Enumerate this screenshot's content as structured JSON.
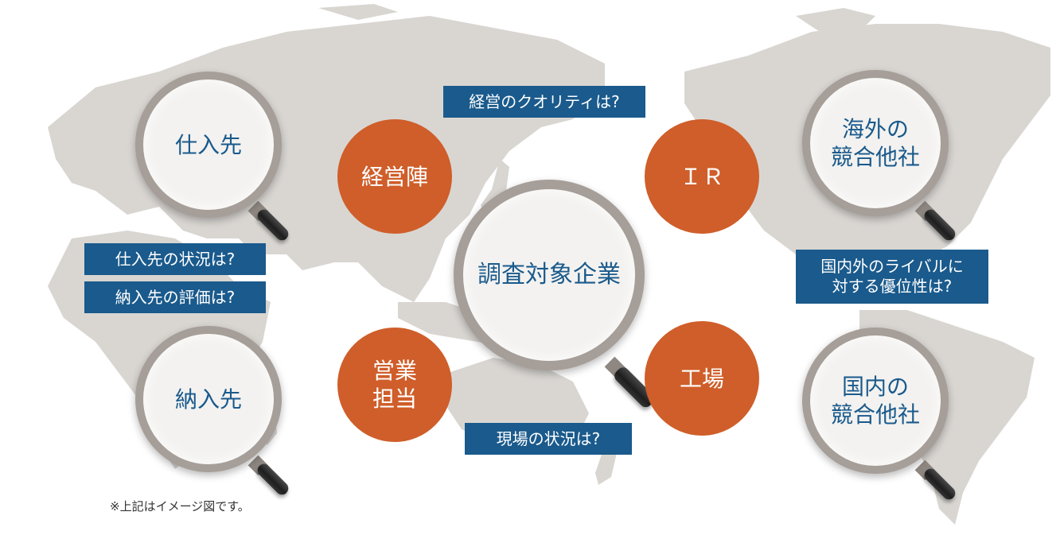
{
  "center": {
    "label": "調査対象企業"
  },
  "magnifiers": [
    {
      "name": "magnifier-suppliers",
      "label": "仕入先"
    },
    {
      "name": "magnifier-customers",
      "label": "納入先"
    },
    {
      "name": "magnifier-overseas-competitors",
      "label": "海外の\n競合他社"
    },
    {
      "name": "magnifier-domestic-competitors",
      "label": "国内の\n競合他社"
    }
  ],
  "circles": [
    {
      "name": "circle-management",
      "label": "経営陣"
    },
    {
      "name": "circle-ir",
      "label": "ＩＲ"
    },
    {
      "name": "circle-sales",
      "label": "営業\n担当"
    },
    {
      "name": "circle-factory",
      "label": "工場"
    }
  ],
  "labels": {
    "management_quality": "経営のクオリティは?",
    "supplier_status": "仕入先の状況は?",
    "customer_evaluation": "納入先の評価は?",
    "rival_advantage": "国内外のライバルに\n対する優位性は?",
    "site_status": "現場の状況は?"
  },
  "note": "※上記はイメージ図です。",
  "colors": {
    "accent_orange": "#cf5e2a",
    "label_blue": "#1a5a8c",
    "lens_frame": "#a69e98",
    "map_gray": "#d9d6d2"
  }
}
